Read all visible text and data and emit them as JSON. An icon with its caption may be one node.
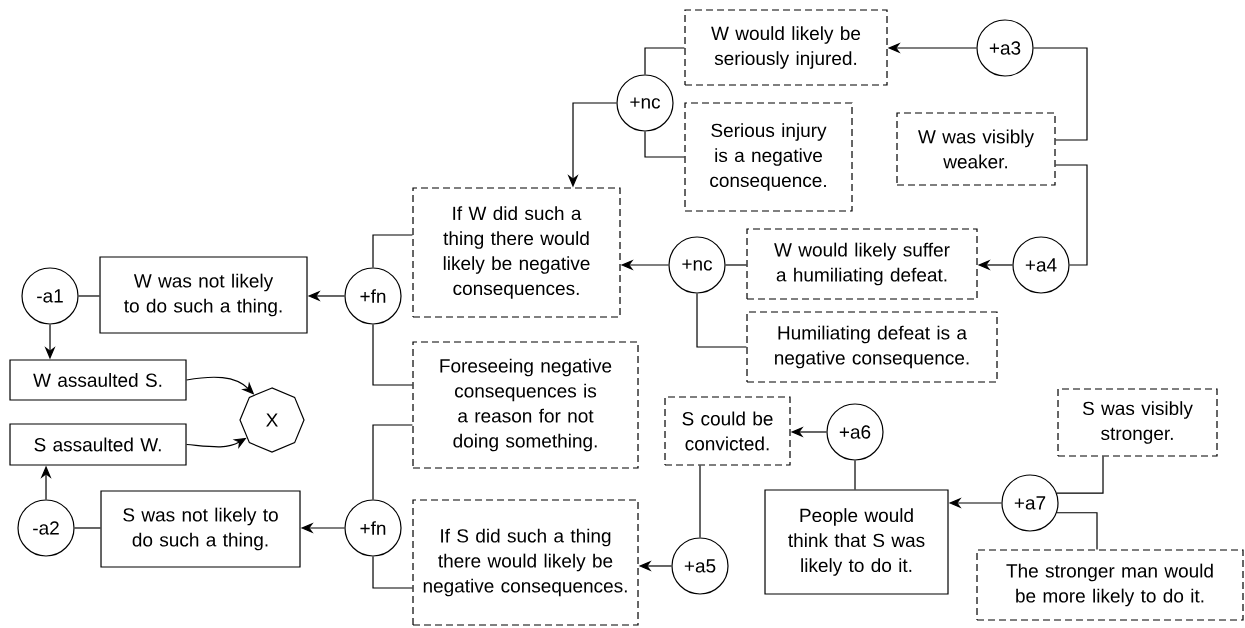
{
  "diagram": {
    "nodes": [
      {
        "text": [
          "-a1"
        ]
      },
      {
        "text": [
          "W was not likely to do such a thing."
        ]
      },
      {
        "text": [
          "+fn"
        ]
      },
      {
        "text": [
          "If W did such a thing there would likely be negative consequences."
        ]
      },
      {
        "text": [
          "+nc"
        ]
      },
      {
        "text": [
          "W would likely be seriously injured."
        ]
      },
      {
        "text": [
          "Serious injury is a negative consequence."
        ]
      },
      {
        "text": [
          "+a3"
        ]
      },
      {
        "text": [
          "W was visibly weaker."
        ]
      },
      {
        "text": [
          "+nc"
        ]
      },
      {
        "text": [
          "W would likely suffer a humiliating defeat."
        ]
      },
      {
        "text": [
          "Humiliating defeat is a negative consequence."
        ]
      },
      {
        "text": [
          "+a4"
        ]
      },
      {
        "text": [
          "W assaulted S."
        ]
      },
      {
        "text": [
          "S assaulted W."
        ]
      },
      {
        "text": [
          "X"
        ]
      },
      {
        "text": [
          "Foreseeing negative consequences is a reason for not doing something."
        ]
      },
      {
        "text": [
          "-a2"
        ]
      },
      {
        "text": [
          "S was not likely to do such a thing."
        ]
      },
      {
        "text": [
          "+fn"
        ]
      },
      {
        "text": [
          "If S did such a thing there would likely be negative consequences."
        ]
      },
      {
        "text": [
          "S could be convicted."
        ]
      },
      {
        "text": [
          "+a6"
        ]
      },
      {
        "text": [
          "People would think that S was likely to do it."
        ]
      },
      {
        "text": [
          "+a7"
        ]
      },
      {
        "text": [
          "S was visibly stronger."
        ]
      },
      {
        "text": [
          "The stronger man would be more likely to do it."
        ]
      },
      {
        "text": [
          "+a5"
        ]
      }
    ],
    "edges": [
      {
        "from": 0,
        "to": 1,
        "arrow": "none"
      },
      {
        "from": 0,
        "to": 13,
        "arrow": "to"
      },
      {
        "from": 2,
        "to": 1,
        "arrow": "to"
      },
      {
        "from": 2,
        "to": 3,
        "arrow": "none"
      },
      {
        "from": 2,
        "to": 16,
        "arrow": "none"
      },
      {
        "from": 4,
        "to": 3,
        "arrow": "to"
      },
      {
        "from": 4,
        "to": 5,
        "arrow": "none"
      },
      {
        "from": 4,
        "to": 6,
        "arrow": "none"
      },
      {
        "from": 7,
        "to": 5,
        "arrow": "to"
      },
      {
        "from": 7,
        "to": 8,
        "arrow": "none"
      },
      {
        "from": 9,
        "to": 3,
        "arrow": "to"
      },
      {
        "from": 9,
        "to": 10,
        "arrow": "none"
      },
      {
        "from": 9,
        "to": 11,
        "arrow": "none"
      },
      {
        "from": 12,
        "to": 10,
        "arrow": "to"
      },
      {
        "from": 12,
        "to": 8,
        "arrow": "none"
      },
      {
        "from": 13,
        "to": 15,
        "arrow": "to"
      },
      {
        "from": 14,
        "to": 15,
        "arrow": "to"
      },
      {
        "from": 17,
        "to": 14,
        "arrow": "to"
      },
      {
        "from": 17,
        "to": 18,
        "arrow": "none"
      },
      {
        "from": 19,
        "to": 18,
        "arrow": "to"
      },
      {
        "from": 19,
        "to": 16,
        "arrow": "none"
      },
      {
        "from": 19,
        "to": 20,
        "arrow": "none"
      },
      {
        "from": 27,
        "to": 20,
        "arrow": "to"
      },
      {
        "from": 27,
        "to": 21,
        "arrow": "none"
      },
      {
        "from": 22,
        "to": 21,
        "arrow": "to"
      },
      {
        "from": 22,
        "to": 23,
        "arrow": "none"
      },
      {
        "from": 24,
        "to": 23,
        "arrow": "to"
      },
      {
        "from": 24,
        "to": 25,
        "arrow": "none"
      },
      {
        "from": 24,
        "to": 26,
        "arrow": "none"
      }
    ]
  }
}
